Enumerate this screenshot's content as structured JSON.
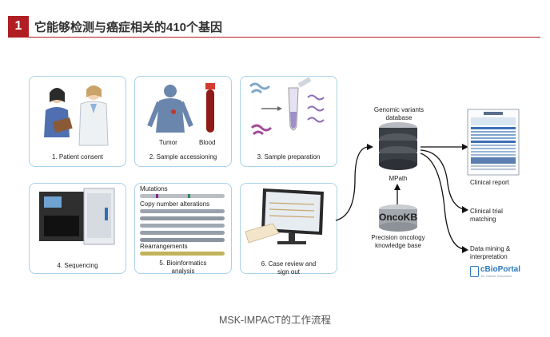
{
  "header": {
    "number": "1",
    "title": "它能够检测与癌症相关的410个基因"
  },
  "steps": [
    {
      "label": "1. Patient consent"
    },
    {
      "label": "2. Sample accessioning",
      "sublabels": [
        "Tumor",
        "Blood"
      ]
    },
    {
      "label": "3. Sample preparation"
    },
    {
      "label": "4. Sequencing"
    },
    {
      "label": "5. Bioinformatics analysis",
      "rows": [
        "Mutations",
        "Copy number alterations",
        "Rearrangements"
      ]
    },
    {
      "label": "6. Case review and sign out"
    }
  ],
  "database": {
    "title": "Genomic variants database",
    "name": "MPath"
  },
  "oncokb": {
    "logo": "OncoKB",
    "label": "Precision oncology knowledge base"
  },
  "outputs": [
    {
      "label": "Clinical report"
    },
    {
      "label": "Clinical trial matching"
    },
    {
      "label": "Data mining & interpretation"
    }
  ],
  "cbioportal": {
    "logo": "cBioPortal",
    "sub": "for Cancer Genomics"
  },
  "caption": "MSK-IMPACT的工作流程",
  "colors": {
    "accent": "#b01e23",
    "panel_border": "#a9d2e8"
  }
}
